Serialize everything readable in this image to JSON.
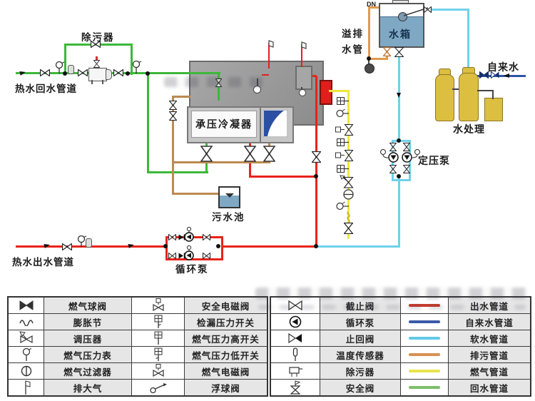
{
  "colors": {
    "return": "#3db83a",
    "outlet": "#e8231a",
    "drain": "#bd8a4e",
    "gas": "#f0e63c",
    "soft": "#6fd2e9",
    "tap": "#2e54a6",
    "tank_water": "#7fa8c4",
    "vessel_yellow": "#dcbf41",
    "boiler_gray": "#9b9b9b",
    "burner_red": "#e01f1a"
  },
  "diagram": {
    "labels": {
      "strainer": "除污器",
      "return_pipe": "热水回水管道",
      "condenser": "承压冷凝器",
      "sewage_pool": "污水池",
      "outlet_pipe": "热水出水管道",
      "circulation_pump": "循环泵",
      "overflow1": "溢排",
      "overflow2": "水管",
      "dn": "DN",
      "water_tank": "水箱",
      "tap_water": "自来水",
      "water_treatment": "水处理",
      "pressure_pump": "定压泵"
    }
  },
  "legend": {
    "group1": [
      {
        "icon": "gas-ball-valve-icon",
        "label": "燃气球阀"
      },
      {
        "icon": "expansion-joint-icon",
        "label": "膨胀节"
      },
      {
        "icon": "pressure-regulator-icon",
        "label": "调压器"
      },
      {
        "icon": "gas-pressure-gauge-icon",
        "label": "燃气压力表"
      },
      {
        "icon": "gas-filter-icon",
        "label": "燃气过滤器"
      },
      {
        "icon": "vent-icon",
        "label": "排大气"
      }
    ],
    "group2": [
      {
        "icon": "safety-solenoid-valve-icon",
        "label": "安全电磁阀"
      },
      {
        "icon": "leak-pressure-switch-icon",
        "label": "检漏压力开关"
      },
      {
        "icon": "gas-pressure-high-switch-icon",
        "label": "燃气压力高开关"
      },
      {
        "icon": "gas-pressure-low-switch-icon",
        "label": "燃气压力低开关"
      },
      {
        "icon": "gas-solenoid-valve-icon",
        "label": "燃气电磁阀"
      },
      {
        "icon": "float-valve-icon",
        "label": "浮球阀"
      }
    ],
    "group3": [
      {
        "icon": "stop-valve-icon",
        "label": "截止阀"
      },
      {
        "icon": "circulation-pump-icon",
        "label": "循环泵"
      },
      {
        "icon": "check-valve-icon",
        "label": "止回阀"
      },
      {
        "icon": "temperature-sensor-icon",
        "label": "温度传感器"
      },
      {
        "icon": "dirt-remover-icon",
        "label": "除污器"
      },
      {
        "icon": "safety-valve-icon",
        "label": "安全阀"
      }
    ],
    "pipes": [
      {
        "label": "出水管道",
        "color": "#c73a2a"
      },
      {
        "label": "自来水管道",
        "color": "#3a5aa8"
      },
      {
        "label": "软水管道",
        "color": "#62c8e8"
      },
      {
        "label": "排污管道",
        "color": "#d89050"
      },
      {
        "label": "燃气管道",
        "color": "#e8e44c"
      },
      {
        "label": "回水管道",
        "color": "#7cbf6a"
      }
    ]
  }
}
